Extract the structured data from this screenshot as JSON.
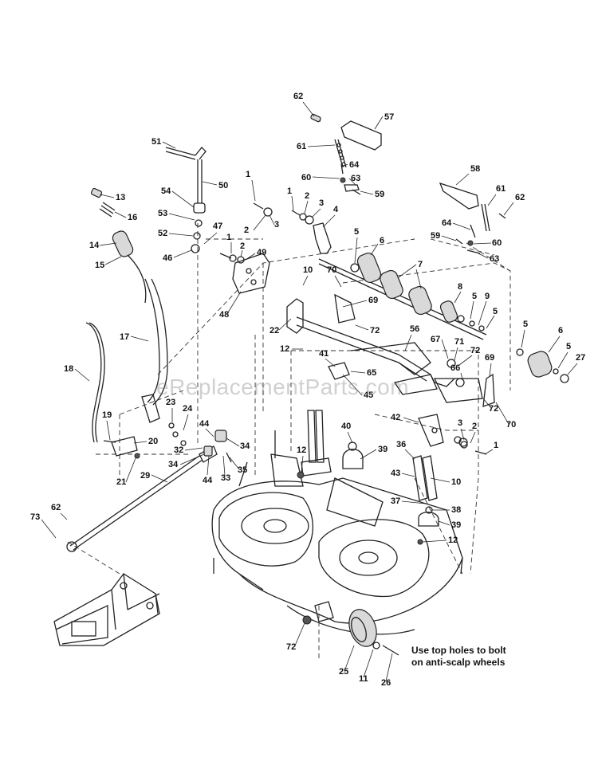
{
  "watermark": "eReplacementParts.com",
  "note": {
    "line1": "Use top holes to bolt",
    "line2": "on anti-scalp wheels"
  },
  "callouts": [
    {
      "id": "c62a",
      "label": "62"
    },
    {
      "id": "c57",
      "label": "57"
    },
    {
      "id": "c61a",
      "label": "61"
    },
    {
      "id": "c64a",
      "label": "64"
    },
    {
      "id": "c60a",
      "label": "60"
    },
    {
      "id": "c63a",
      "label": "63"
    },
    {
      "id": "c59a",
      "label": "59"
    },
    {
      "id": "c51",
      "label": "51"
    },
    {
      "id": "c50",
      "label": "50"
    },
    {
      "id": "c54",
      "label": "54"
    },
    {
      "id": "c53",
      "label": "53"
    },
    {
      "id": "c52",
      "label": "52"
    },
    {
      "id": "c46",
      "label": "46"
    },
    {
      "id": "c47",
      "label": "47"
    },
    {
      "id": "c13",
      "label": "13"
    },
    {
      "id": "c16",
      "label": "16"
    },
    {
      "id": "c14",
      "label": "14"
    },
    {
      "id": "c15",
      "label": "15"
    },
    {
      "id": "c1a",
      "label": "1"
    },
    {
      "id": "c1b",
      "label": "1"
    },
    {
      "id": "c2a",
      "label": "2"
    },
    {
      "id": "c3a",
      "label": "3"
    },
    {
      "id": "c4",
      "label": "4"
    },
    {
      "id": "c2b",
      "label": "2"
    },
    {
      "id": "c3b",
      "label": "3"
    },
    {
      "id": "c1c",
      "label": "1"
    },
    {
      "id": "c2c",
      "label": "2"
    },
    {
      "id": "c49",
      "label": "49"
    },
    {
      "id": "c48",
      "label": "48"
    },
    {
      "id": "c5a",
      "label": "5"
    },
    {
      "id": "c6a",
      "label": "6"
    },
    {
      "id": "c7",
      "label": "7"
    },
    {
      "id": "c58",
      "label": "58"
    },
    {
      "id": "c61b",
      "label": "61"
    },
    {
      "id": "c62b",
      "label": "62"
    },
    {
      "id": "c64b",
      "label": "64"
    },
    {
      "id": "c59b",
      "label": "59"
    },
    {
      "id": "c60b",
      "label": "60"
    },
    {
      "id": "c63b",
      "label": "63"
    },
    {
      "id": "c10a",
      "label": "10"
    },
    {
      "id": "c70a",
      "label": "70"
    },
    {
      "id": "c69a",
      "label": "69"
    },
    {
      "id": "c22",
      "label": "22"
    },
    {
      "id": "c72a",
      "label": "72"
    },
    {
      "id": "c8",
      "label": "8"
    },
    {
      "id": "c5b",
      "label": "5"
    },
    {
      "id": "c9",
      "label": "9"
    },
    {
      "id": "c5c",
      "label": "5"
    },
    {
      "id": "c5d",
      "label": "5"
    },
    {
      "id": "c6b",
      "label": "6"
    },
    {
      "id": "c5e",
      "label": "5"
    },
    {
      "id": "c27",
      "label": "27"
    },
    {
      "id": "c12a",
      "label": "12"
    },
    {
      "id": "c41",
      "label": "41"
    },
    {
      "id": "c56",
      "label": "56"
    },
    {
      "id": "c67",
      "label": "67"
    },
    {
      "id": "c71",
      "label": "71"
    },
    {
      "id": "c72b",
      "label": "72"
    },
    {
      "id": "c66",
      "label": "66"
    },
    {
      "id": "c69b",
      "label": "69"
    },
    {
      "id": "c65",
      "label": "65"
    },
    {
      "id": "c45",
      "label": "45"
    },
    {
      "id": "c17",
      "label": "17"
    },
    {
      "id": "c18",
      "label": "18"
    },
    {
      "id": "c19",
      "label": "19"
    },
    {
      "id": "c20",
      "label": "20"
    },
    {
      "id": "c21",
      "label": "21"
    },
    {
      "id": "c23",
      "label": "23"
    },
    {
      "id": "c24",
      "label": "24"
    },
    {
      "id": "c44a",
      "label": "44"
    },
    {
      "id": "c32",
      "label": "32"
    },
    {
      "id": "c34a",
      "label": "34"
    },
    {
      "id": "c34b",
      "label": "34"
    },
    {
      "id": "c44b",
      "label": "44"
    },
    {
      "id": "c33",
      "label": "33"
    },
    {
      "id": "c35",
      "label": "35"
    },
    {
      "id": "c42",
      "label": "42"
    },
    {
      "id": "c72c",
      "label": "72"
    },
    {
      "id": "c70b",
      "label": "70"
    },
    {
      "id": "c3c",
      "label": "3"
    },
    {
      "id": "c2d",
      "label": "2"
    },
    {
      "id": "c1d",
      "label": "1"
    },
    {
      "id": "c40",
      "label": "40"
    },
    {
      "id": "c39a",
      "label": "39"
    },
    {
      "id": "c36",
      "label": "36"
    },
    {
      "id": "c12b",
      "label": "12"
    },
    {
      "id": "c43",
      "label": "43"
    },
    {
      "id": "c10b",
      "label": "10"
    },
    {
      "id": "c37",
      "label": "37"
    },
    {
      "id": "c38",
      "label": "38"
    },
    {
      "id": "c39b",
      "label": "39"
    },
    {
      "id": "c12c",
      "label": "12"
    },
    {
      "id": "c29",
      "label": "29"
    },
    {
      "id": "c62c",
      "label": "62"
    },
    {
      "id": "c73",
      "label": "73"
    },
    {
      "id": "c72d",
      "label": "72"
    },
    {
      "id": "c25",
      "label": "25"
    },
    {
      "id": "c11",
      "label": "11"
    },
    {
      "id": "c26",
      "label": "26"
    }
  ]
}
